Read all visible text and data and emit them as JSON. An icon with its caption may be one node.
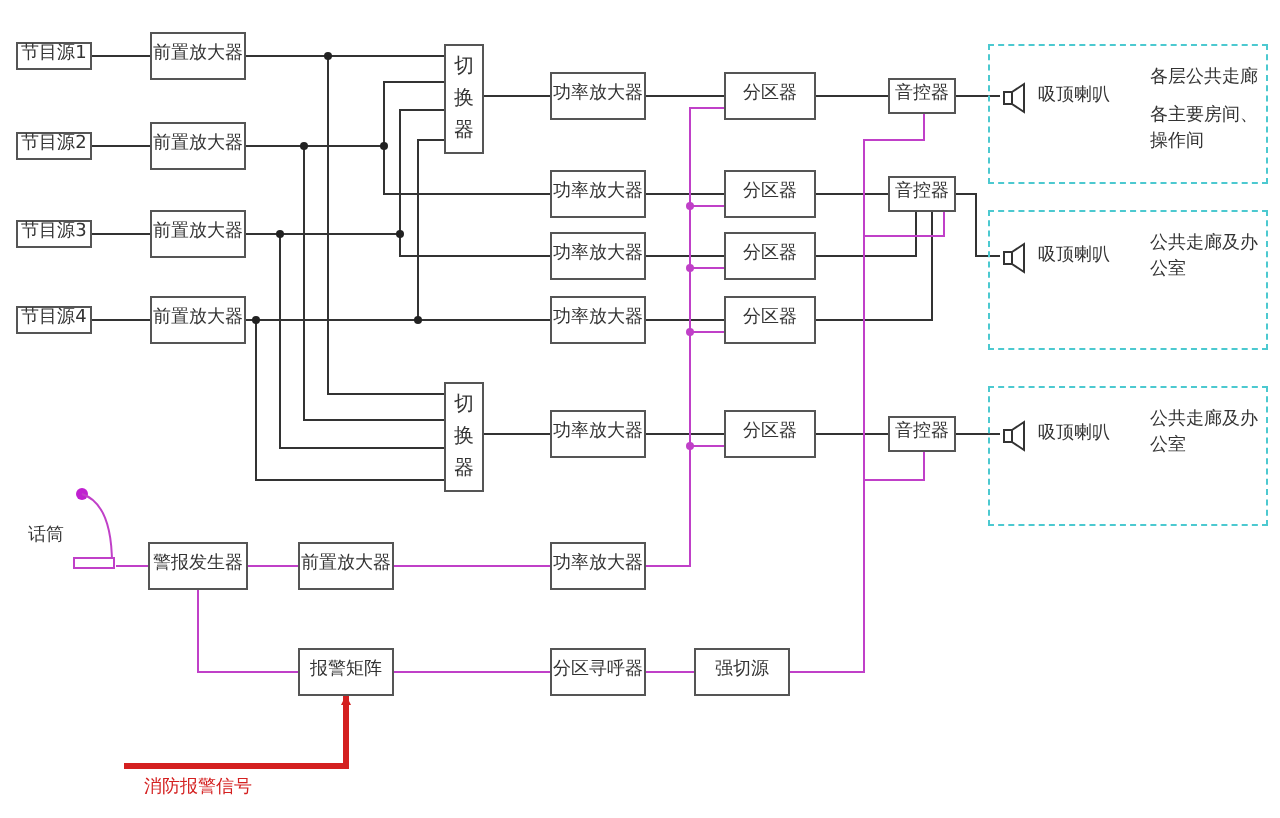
{
  "diagram": {
    "nodes": [
      {
        "text": [
          "节目源1"
        ]
      },
      {
        "text": [
          "节目源2"
        ]
      },
      {
        "text": [
          "节目源3"
        ]
      },
      {
        "text": [
          "节目源4"
        ]
      },
      {
        "text": [
          "前置放大器"
        ]
      },
      {
        "text": [
          "前置放大器"
        ]
      },
      {
        "text": [
          "前置放大器"
        ]
      },
      {
        "text": [
          "前置放大器"
        ]
      },
      {
        "text": [
          "切换器"
        ]
      },
      {
        "text": [
          "切换器"
        ]
      },
      {
        "text": [
          "功率放大器"
        ]
      },
      {
        "text": [
          "功率放大器"
        ]
      },
      {
        "text": [
          "功率放大器"
        ]
      },
      {
        "text": [
          "功率放大器"
        ]
      },
      {
        "text": [
          "功率放大器"
        ]
      },
      {
        "text": [
          "分区器"
        ]
      },
      {
        "text": [
          "分区器"
        ]
      },
      {
        "text": [
          "分区器"
        ]
      },
      {
        "text": [
          "分区器"
        ]
      },
      {
        "text": [
          "分区器"
        ]
      },
      {
        "text": [
          "音控器"
        ]
      },
      {
        "text": [
          "音控器"
        ]
      },
      {
        "text": [
          "音控器"
        ]
      },
      {
        "text": [
          "各层公共走廊",
          "各主要房间、操作间"
        ]
      },
      {
        "text": [
          "公共走廊及办公室"
        ]
      },
      {
        "text": [
          "公共走廊及办公室"
        ]
      },
      {
        "text": [
          "吸顶喇叭"
        ],
        "in": 23
      },
      {
        "text": [
          "吸顶喇叭"
        ],
        "in": 24
      },
      {
        "text": [
          "吸顶喇叭"
        ],
        "in": 25
      },
      {
        "text": [],
        "shape": "picture",
        "beside": [
          "话筒"
        ]
      },
      {
        "text": [
          "警报发生器"
        ]
      },
      {
        "text": [
          "前置放大器"
        ]
      },
      {
        "text": [
          "功率放大器"
        ]
      },
      {
        "text": [
          "报警矩阵"
        ]
      },
      {
        "text": [
          "分区寻呼器"
        ]
      },
      {
        "text": [
          "强切源"
        ]
      }
    ],
    "edges": [
      {
        "from": 0,
        "to": 4,
        "arrow": "none"
      },
      {
        "from": 1,
        "to": 5,
        "arrow": "none"
      },
      {
        "from": 2,
        "to": 6,
        "arrow": "none"
      },
      {
        "from": 3,
        "to": 7,
        "arrow": "none"
      },
      {
        "from": 4,
        "to": 8,
        "arrow": "none"
      },
      {
        "from": 5,
        "to": 8,
        "arrow": "none"
      },
      {
        "from": 6,
        "to": 8,
        "arrow": "none"
      },
      {
        "from": 7,
        "to": 8,
        "arrow": "none"
      },
      {
        "from": 5,
        "to": 11,
        "arrow": "none"
      },
      {
        "from": 6,
        "to": 12,
        "arrow": "none"
      },
      {
        "from": 7,
        "to": 13,
        "arrow": "none"
      },
      {
        "from": 4,
        "to": 9,
        "arrow": "none"
      },
      {
        "from": 5,
        "to": 9,
        "arrow": "none"
      },
      {
        "from": 6,
        "to": 9,
        "arrow": "none"
      },
      {
        "from": 7,
        "to": 9,
        "arrow": "none"
      },
      {
        "from": 8,
        "to": 10,
        "arrow": "none"
      },
      {
        "from": 9,
        "to": 14,
        "arrow": "none"
      },
      {
        "from": 10,
        "to": 15,
        "arrow": "none"
      },
      {
        "from": 11,
        "to": 16,
        "arrow": "none"
      },
      {
        "from": 12,
        "to": 17,
        "arrow": "none"
      },
      {
        "from": 13,
        "to": 18,
        "arrow": "none"
      },
      {
        "from": 14,
        "to": 19,
        "arrow": "none"
      },
      {
        "from": 15,
        "to": 20,
        "arrow": "none"
      },
      {
        "from": 16,
        "to": 21,
        "arrow": "none"
      },
      {
        "from": 17,
        "to": 21,
        "arrow": "none"
      },
      {
        "from": 18,
        "to": 21,
        "arrow": "none"
      },
      {
        "from": 19,
        "to": 22,
        "arrow": "none"
      },
      {
        "from": 20,
        "to": 26,
        "arrow": "none"
      },
      {
        "from": 21,
        "to": 27,
        "arrow": "none"
      },
      {
        "from": 22,
        "to": 28,
        "arrow": "none"
      },
      {
        "from": 29,
        "to": 30,
        "arrow": "none",
        "color": "#c040c8"
      },
      {
        "from": 30,
        "to": 31,
        "arrow": "none",
        "color": "#c040c8"
      },
      {
        "from": 31,
        "to": 32,
        "arrow": "none",
        "color": "#c040c8"
      },
      {
        "from": 30,
        "to": 33,
        "arrow": "none",
        "color": "#c040c8"
      },
      {
        "from": 33,
        "to": 34,
        "arrow": "none",
        "color": "#c040c8"
      },
      {
        "from": 34,
        "to": 35,
        "arrow": "none",
        "color": "#c040c8"
      },
      {
        "from": 32,
        "to": 15,
        "arrow": "none",
        "color": "#c040c8"
      },
      {
        "from": 32,
        "to": 16,
        "arrow": "none",
        "color": "#c040c8"
      },
      {
        "from": 32,
        "to": 17,
        "arrow": "none",
        "color": "#c040c8"
      },
      {
        "from": 32,
        "to": 18,
        "arrow": "none",
        "color": "#c040c8"
      },
      {
        "from": 32,
        "to": 19,
        "arrow": "none",
        "color": "#c040c8"
      },
      {
        "from": 35,
        "to": 20,
        "arrow": "none",
        "color": "#c040c8"
      },
      {
        "from": 35,
        "to": 21,
        "arrow": "none",
        "color": "#c040c8"
      },
      {
        "from": 35,
        "to": 22,
        "arrow": "none",
        "color": "#c040c8"
      },
      {
        "from": null,
        "to": 33,
        "arrow": "to",
        "label": "消防报警信号",
        "style": "thick",
        "color": "#d42020"
      }
    ]
  }
}
